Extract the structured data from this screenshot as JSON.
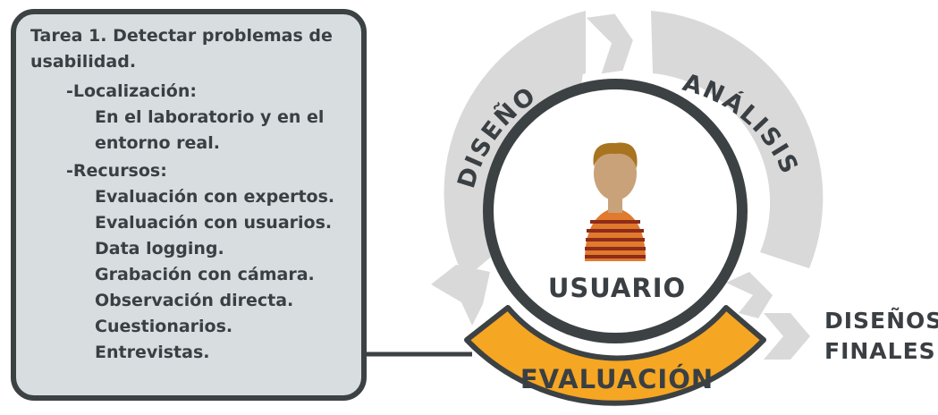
{
  "panel": {
    "title": "Tarea 1. Detectar problemas de usabilidad.",
    "localizacion_label": "-Localización:",
    "localizacion_value": "En el laboratorio y en el entorno real.",
    "recursos_label": "-Recursos:",
    "recursos": [
      "Evaluación con expertos.",
      "Evaluación con usuarios.",
      "Data logging.",
      "Grabación con cámara.",
      "Observación directa.",
      "Cuestionarios.",
      "Entrevistas."
    ]
  },
  "cycle": {
    "center_label": "USUARIO",
    "segments": [
      "DISEÑO",
      "ANÁLISIS",
      "EVALUACIÓN"
    ]
  },
  "outcome": {
    "line1": "DISEÑOS",
    "line2": "FINALES"
  },
  "colors": {
    "panel_bg": "#d8dde0",
    "dark": "#3c4144",
    "segment_gray": "#d9d9d9",
    "evaluation_orange": "#f5a623",
    "text_dark": "#3a3f43"
  },
  "icons": [
    "user-avatar-icon",
    "chevron-right-icon"
  ]
}
